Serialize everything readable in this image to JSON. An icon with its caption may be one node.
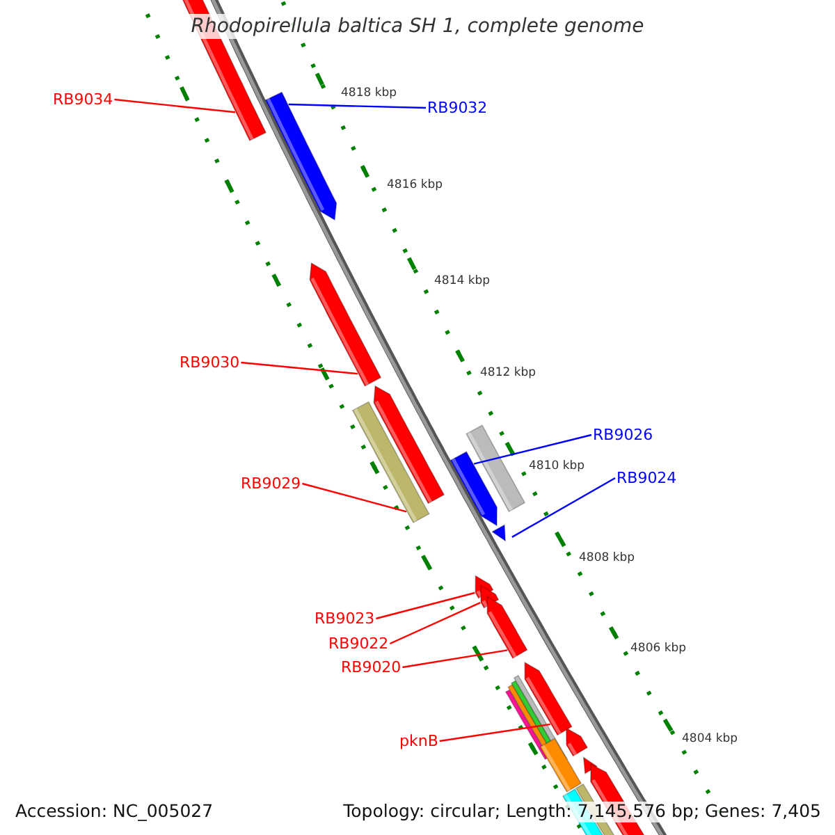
{
  "diagram": {
    "title": "Rhodopirellula baltica SH 1, complete genome",
    "nodes": [
      {
        "text": [
          "RB9034"
        ]
      },
      {
        "text": [],
        "shape": "bar"
      },
      {
        "text": [
          "RB9032"
        ]
      },
      {
        "text": [],
        "shape": "bar"
      },
      {
        "text": [
          "RB9030"
        ]
      },
      {
        "text": [],
        "shape": "bar"
      },
      {
        "text": [
          "RB9029"
        ]
      },
      {
        "text": [],
        "shape": "bar"
      },
      {
        "text": [
          "RB9026"
        ]
      },
      {
        "text": [],
        "shape": "bar"
      },
      {
        "text": [
          "RB9024"
        ]
      },
      {
        "text": [],
        "shape": "bar"
      },
      {
        "text": [
          "RB9023"
        ]
      },
      {
        "text": [],
        "shape": "bar"
      },
      {
        "text": [
          "RB9022"
        ]
      },
      {
        "text": [],
        "shape": "bar"
      },
      {
        "text": [
          "RB9020"
        ]
      },
      {
        "text": [],
        "shape": "bar"
      },
      {
        "text": [
          "pknB"
        ]
      },
      {
        "text": [],
        "shape": "bar"
      }
    ],
    "edges": [
      {
        "from": 0,
        "to": 1,
        "arrow": "none"
      },
      {
        "from": 2,
        "to": 3,
        "arrow": "none",
        "color": "#0000ff"
      },
      {
        "from": 4,
        "to": 5,
        "arrow": "none"
      },
      {
        "from": 6,
        "to": 7,
        "arrow": "none"
      },
      {
        "from": 8,
        "to": 9,
        "arrow": "none",
        "color": "#0000ff"
      },
      {
        "from": 10,
        "to": 11,
        "arrow": "none",
        "color": "#0000ff"
      },
      {
        "from": 12,
        "to": 13,
        "arrow": "none"
      },
      {
        "from": 14,
        "to": 15,
        "arrow": "none"
      },
      {
        "from": 16,
        "to": 17,
        "arrow": "none"
      },
      {
        "from": 18,
        "to": 19,
        "arrow": "none"
      }
    ],
    "labels": [
      "4818 kbp",
      "4816 kbp",
      "4814 kbp",
      "4812 kbp",
      "4810 kbp",
      "4808 kbp",
      "4806 kbp",
      "4804 kbp",
      "Accession: NC_005027",
      "Topology: circular; Length: 7,145,576 bp; Genes: 7,405"
    ]
  }
}
